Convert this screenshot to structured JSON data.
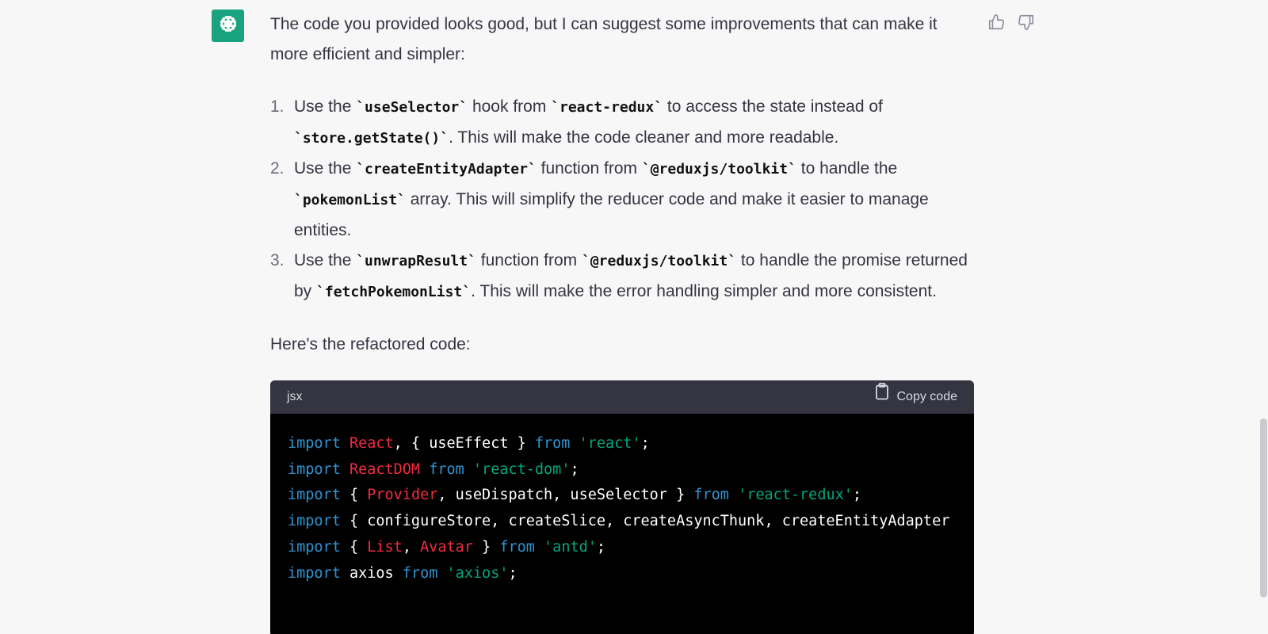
{
  "colors": {
    "avatar_bg": "#19a37f",
    "code_bg": "#000000",
    "code_header_bg": "#343541",
    "keyword": "#2e95d3",
    "identifier": "#f22c3d",
    "string": "#00a67d"
  },
  "assistant": {
    "avatar_icon": "openai-logo-icon"
  },
  "feedback": {
    "like_icon": "thumbs-up-icon",
    "dislike_icon": "thumbs-down-icon"
  },
  "message": {
    "intro": "The code you provided looks good, but I can suggest some improvements that can make it more efficient and simpler:",
    "suggestions": [
      {
        "num": "1.",
        "parts": [
          "Use the ",
          "`useSelector`",
          " hook from ",
          "`react-redux`",
          " to access the state instead of ",
          "`store.getState()`",
          ". This will make the code cleaner and more readable."
        ]
      },
      {
        "num": "2.",
        "parts": [
          "Use the ",
          "`createEntityAdapter`",
          " function from ",
          "`@reduxjs/toolkit`",
          " to handle the ",
          "`pokemonList`",
          " array. This will simplify the reducer code and make it easier to manage entities."
        ]
      },
      {
        "num": "3.",
        "parts": [
          "Use the ",
          "`unwrapResult`",
          " function from ",
          "`@reduxjs/toolkit`",
          " to handle the promise returned by ",
          "`fetchPokemonList`",
          ". This will make the error handling simpler and more consistent."
        ]
      }
    ],
    "outro": "Here's the refactored code:"
  },
  "code_block": {
    "language": "jsx",
    "copy_label": "Copy code",
    "copy_icon": "clipboard-icon",
    "lines": [
      [
        [
          "kw",
          "import"
        ],
        [
          "pl",
          " "
        ],
        [
          "id",
          "React"
        ],
        [
          "pl",
          ", { useEffect } "
        ],
        [
          "kw",
          "from"
        ],
        [
          "pl",
          " "
        ],
        [
          "str",
          "'react'"
        ],
        [
          "pl",
          ";"
        ]
      ],
      [
        [
          "kw",
          "import"
        ],
        [
          "pl",
          " "
        ],
        [
          "id",
          "ReactDOM"
        ],
        [
          "pl",
          " "
        ],
        [
          "kw",
          "from"
        ],
        [
          "pl",
          " "
        ],
        [
          "str",
          "'react-dom'"
        ],
        [
          "pl",
          ";"
        ]
      ],
      [
        [
          "kw",
          "import"
        ],
        [
          "pl",
          " { "
        ],
        [
          "id",
          "Provider"
        ],
        [
          "pl",
          ", useDispatch, useSelector } "
        ],
        [
          "kw",
          "from"
        ],
        [
          "pl",
          " "
        ],
        [
          "str",
          "'react-redux'"
        ],
        [
          "pl",
          ";"
        ]
      ],
      [
        [
          "kw",
          "import"
        ],
        [
          "pl",
          " { configureStore, createSlice, createAsyncThunk, createEntityAdapter"
        ]
      ],
      [
        [
          "kw",
          "import"
        ],
        [
          "pl",
          " { "
        ],
        [
          "id",
          "List"
        ],
        [
          "pl",
          ", "
        ],
        [
          "id",
          "Avatar"
        ],
        [
          "pl",
          " } "
        ],
        [
          "kw",
          "from"
        ],
        [
          "pl",
          " "
        ],
        [
          "str",
          "'antd'"
        ],
        [
          "pl",
          ";"
        ]
      ],
      [
        [
          "kw",
          "import"
        ],
        [
          "pl",
          " axios "
        ],
        [
          "kw",
          "from"
        ],
        [
          "pl",
          " "
        ],
        [
          "str",
          "'axios'"
        ],
        [
          "pl",
          ";"
        ]
      ]
    ]
  }
}
